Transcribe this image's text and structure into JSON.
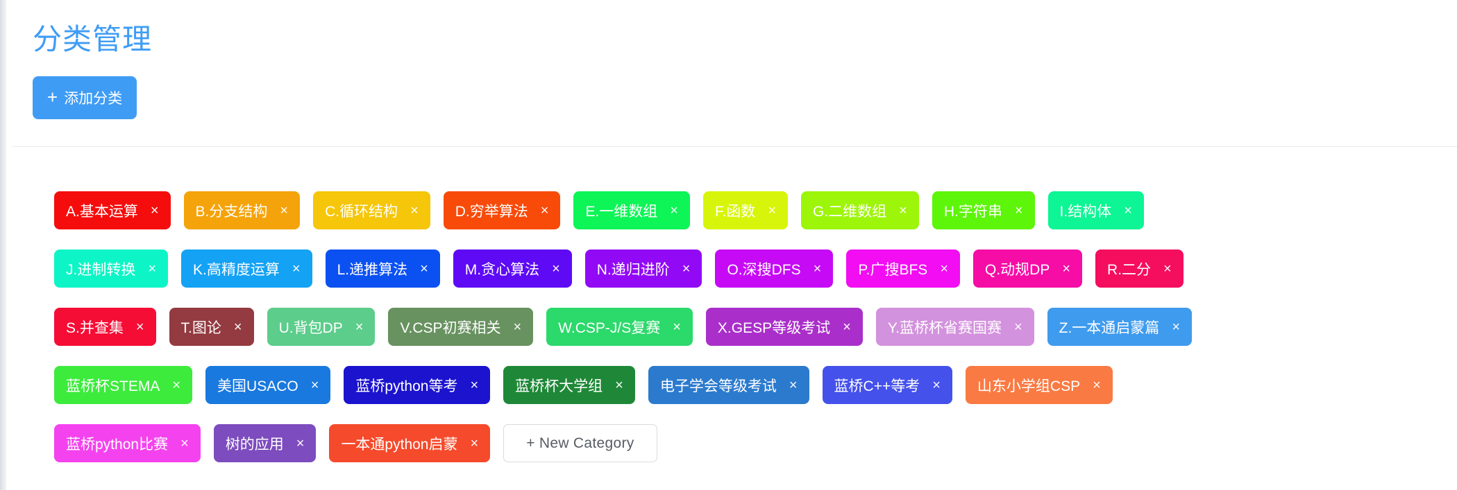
{
  "header": {
    "title": "分类管理",
    "add_button": {
      "plus": "+",
      "label": "添加分类"
    }
  },
  "colors": {
    "accent": "#3f9cf5",
    "divider": "#e8ebee",
    "tag_text": "#ffffff",
    "new_category_border": "#d8dce1",
    "new_category_text": "#565c63"
  },
  "tags": {
    "close_glyph": "×",
    "new_category_label": "+ New Category",
    "rows": [
      [
        {
          "label": "A.基本运算",
          "color": "#f50d0d"
        },
        {
          "label": "B.分支结构",
          "color": "#f5a30a"
        },
        {
          "label": "C.循环结构",
          "color": "#f5c60a"
        },
        {
          "label": "D.穷举算法",
          "color": "#f84b0a"
        },
        {
          "label": "E.一维数组",
          "color": "#0df556"
        },
        {
          "label": "F.函数",
          "color": "#d7f50a"
        },
        {
          "label": "G.二维数组",
          "color": "#9df50a"
        },
        {
          "label": "H.字符串",
          "color": "#5df50a"
        },
        {
          "label": "I.结构体",
          "color": "#0df594"
        }
      ],
      [
        {
          "label": "J.进制转换",
          "color": "#0df5c6"
        },
        {
          "label": "K.高精度运算",
          "color": "#14a2f5"
        },
        {
          "label": "L.递推算法",
          "color": "#0b51f2"
        },
        {
          "label": "M.贪心算法",
          "color": "#5e0af5"
        },
        {
          "label": "N.递归进阶",
          "color": "#920af5"
        },
        {
          "label": "O.深搜DFS",
          "color": "#c60af5"
        },
        {
          "label": "P.广搜BFS",
          "color": "#f20df2"
        },
        {
          "label": "Q.动规DP",
          "color": "#f50da6"
        },
        {
          "label": "R.二分",
          "color": "#f50d5e"
        }
      ],
      [
        {
          "label": "S.并查集",
          "color": "#f50d35"
        },
        {
          "label": "T.图论",
          "color": "#933b41"
        },
        {
          "label": "U.背包DP",
          "color": "#5ccd8b"
        },
        {
          "label": "V.CSP初赛相关",
          "color": "#689260"
        },
        {
          "label": "W.CSP-J/S复赛",
          "color": "#2cd96b"
        },
        {
          "label": "X.GESP等级考试",
          "color": "#aa2fca"
        },
        {
          "label": "Y.蓝桥杯省赛国赛",
          "color": "#d392dd"
        },
        {
          "label": "Z.一本通启蒙篇",
          "color": "#3f9bee"
        }
      ],
      [
        {
          "label": "蓝桥杯STEMA",
          "color": "#3deb3d"
        },
        {
          "label": "美国USACO",
          "color": "#1979de"
        },
        {
          "label": "蓝桥python等考",
          "color": "#1c13cf"
        },
        {
          "label": "蓝桥杯大学组",
          "color": "#1f8838"
        },
        {
          "label": "电子学会等级考试",
          "color": "#2b7ace"
        },
        {
          "label": "蓝桥C++等考",
          "color": "#4551eb"
        },
        {
          "label": "山东小学组CSP",
          "color": "#fa7a43"
        }
      ],
      [
        {
          "label": "蓝桥python比赛",
          "color": "#f542ef"
        },
        {
          "label": "树的应用",
          "color": "#7d4cbe"
        },
        {
          "label": "一本通python启蒙",
          "color": "#f54a2b"
        }
      ]
    ]
  }
}
